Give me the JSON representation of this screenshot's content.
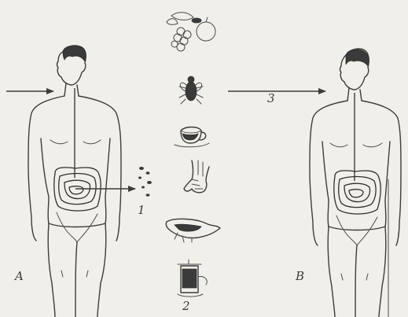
{
  "labels": {
    "figure_left": "A",
    "figure_right": "B",
    "path_1": "1",
    "path_2": "2",
    "path_3": "3"
  },
  "colors": {
    "background": "#f1efe9",
    "ink": "#3c3c3c"
  },
  "icons": [
    "fruit-icon",
    "fly-icon",
    "cup-icon",
    "hand-icon",
    "food-icon",
    "latrine-icon"
  ]
}
